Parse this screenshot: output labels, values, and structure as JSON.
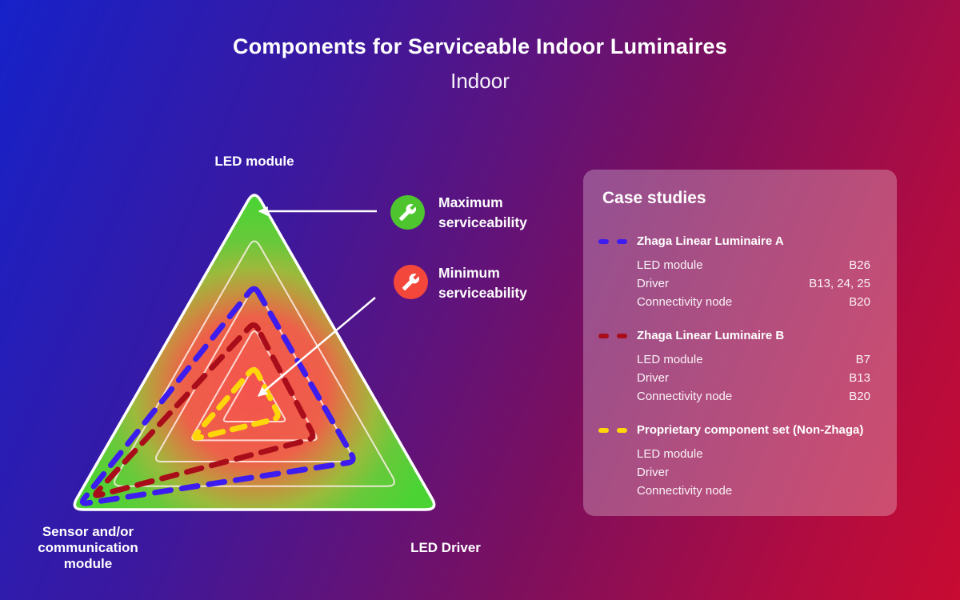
{
  "header": {
    "title": "Components for Serviceable Indoor Luminaires",
    "subtitle": "Indoor"
  },
  "legend": {
    "max": {
      "label": "Maximum serviceability",
      "icon": "wrench-icon",
      "color": "#4ec52f"
    },
    "min": {
      "label": "Minimum serviceability",
      "icon": "wrench-icon",
      "color": "#f4473c"
    }
  },
  "chart_data": {
    "type": "radar",
    "title": "Components for Serviceable Indoor Luminaires",
    "subtitle": "Indoor",
    "axes": [
      "LED module",
      "Sensor and/or communication module",
      "LED Driver"
    ],
    "rings": [
      0.175,
      0.35,
      0.55,
      0.78,
      1
    ],
    "surface": {
      "edge_color": "#4bd334",
      "center_color": "#f4534e",
      "edge_meaning": "Maximum serviceability",
      "center_meaning": "Minimum serviceability"
    },
    "series": [
      {
        "name": "Zhaga Linear Luminaire A",
        "color": "#3c1cee",
        "dash": [
          20,
          14
        ],
        "values": [
          0.55,
          0.95,
          0.55
        ]
      },
      {
        "name": "Zhaga Linear Luminaire B",
        "color": "#a90d1a",
        "dash": [
          19,
          13
        ],
        "values": [
          0.38,
          0.88,
          0.33
        ]
      },
      {
        "name": "Proprietary component set (Non-Zhaga)",
        "color": "#ffd60a",
        "dash": [
          16,
          12
        ],
        "values": [
          0.17,
          0.34,
          0.14
        ]
      }
    ]
  },
  "case_studies": {
    "heading": "Case studies",
    "items": [
      {
        "name": "Zhaga Linear Luminaire A",
        "color": "#3c1cee",
        "rows": [
          {
            "label": "LED module",
            "value": "B26"
          },
          {
            "label": "Driver",
            "value": "B13, 24, 25"
          },
          {
            "label": "Connectivity node",
            "value": "B20"
          }
        ]
      },
      {
        "name": "Zhaga Linear Luminaire B",
        "color": "#a90d1a",
        "rows": [
          {
            "label": "LED module",
            "value": "B7"
          },
          {
            "label": "Driver",
            "value": "B13"
          },
          {
            "label": "Connectivity node",
            "value": "B20"
          }
        ]
      },
      {
        "name": "Proprietary component set (Non-Zhaga)",
        "color": "#ffd60a",
        "rows": [
          {
            "label": "LED module",
            "value": ""
          },
          {
            "label": "Driver",
            "value": ""
          },
          {
            "label": "Connectivity node",
            "value": ""
          }
        ]
      }
    ]
  }
}
